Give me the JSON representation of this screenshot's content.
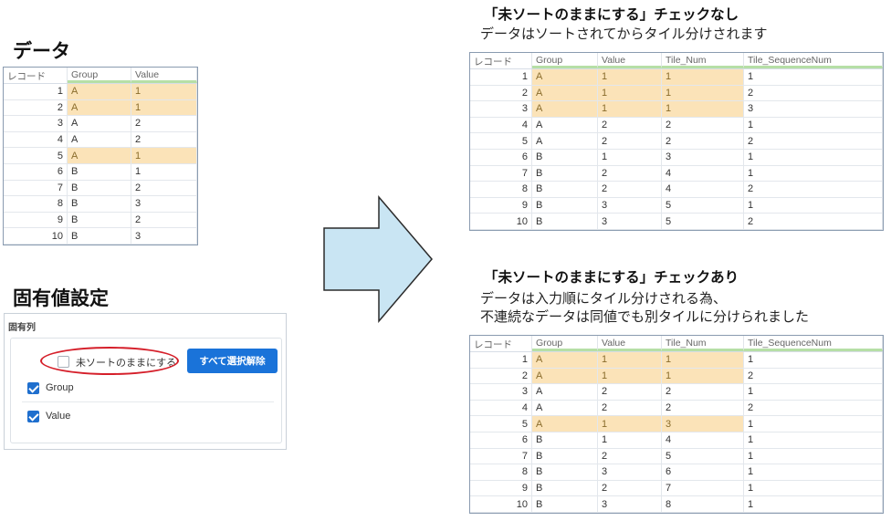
{
  "left": {
    "data_heading": "データ",
    "settings_heading": "固有値設定",
    "table": {
      "headers": [
        "レコード",
        "Group",
        "Value"
      ],
      "rows": [
        {
          "n": "1",
          "g": "A",
          "v": "1",
          "hl": true
        },
        {
          "n": "2",
          "g": "A",
          "v": "1",
          "hl": true
        },
        {
          "n": "3",
          "g": "A",
          "v": "2",
          "hl": false
        },
        {
          "n": "4",
          "g": "A",
          "v": "2",
          "hl": false
        },
        {
          "n": "5",
          "g": "A",
          "v": "1",
          "hl": true
        },
        {
          "n": "6",
          "g": "B",
          "v": "1",
          "hl": false
        },
        {
          "n": "7",
          "g": "B",
          "v": "2",
          "hl": false
        },
        {
          "n": "8",
          "g": "B",
          "v": "3",
          "hl": false
        },
        {
          "n": "9",
          "g": "B",
          "v": "2",
          "hl": false
        },
        {
          "n": "10",
          "g": "B",
          "v": "3",
          "hl": false
        }
      ]
    },
    "panel": {
      "title": "固有列",
      "unsorted_label": "未ソートのままにする",
      "unsorted_checked": false,
      "deselect_all_button": "すべて選択解除",
      "fields": [
        {
          "label": "Group",
          "checked": true
        },
        {
          "label": "Value",
          "checked": true
        }
      ]
    }
  },
  "right": {
    "top": {
      "title": "「未ソートのままにする」チェックなし",
      "note_lines": [
        "データはソートされてからタイル分けされます"
      ],
      "headers": [
        "レコード",
        "Group",
        "Value",
        "Tile_Num",
        "Tile_SequenceNum"
      ],
      "rows": [
        {
          "n": "1",
          "g": "A",
          "v": "1",
          "t": "1",
          "s": "1",
          "hl": true
        },
        {
          "n": "2",
          "g": "A",
          "v": "1",
          "t": "1",
          "s": "2",
          "hl": true
        },
        {
          "n": "3",
          "g": "A",
          "v": "1",
          "t": "1",
          "s": "3",
          "hl": true
        },
        {
          "n": "4",
          "g": "A",
          "v": "2",
          "t": "2",
          "s": "1",
          "hl": false
        },
        {
          "n": "5",
          "g": "A",
          "v": "2",
          "t": "2",
          "s": "2",
          "hl": false
        },
        {
          "n": "6",
          "g": "B",
          "v": "1",
          "t": "3",
          "s": "1",
          "hl": false
        },
        {
          "n": "7",
          "g": "B",
          "v": "2",
          "t": "4",
          "s": "1",
          "hl": false
        },
        {
          "n": "8",
          "g": "B",
          "v": "2",
          "t": "4",
          "s": "2",
          "hl": false
        },
        {
          "n": "9",
          "g": "B",
          "v": "3",
          "t": "5",
          "s": "1",
          "hl": false
        },
        {
          "n": "10",
          "g": "B",
          "v": "3",
          "t": "5",
          "s": "2",
          "hl": false
        }
      ]
    },
    "bottom": {
      "title": "「未ソートのままにする」チェックあり",
      "note_lines": [
        "データは入力順にタイル分けされる為、",
        "不連続なデータは同値でも別タイルに分けられました"
      ],
      "headers": [
        "レコード",
        "Group",
        "Value",
        "Tile_Num",
        "Tile_SequenceNum"
      ],
      "rows": [
        {
          "n": "1",
          "g": "A",
          "v": "1",
          "t": "1",
          "s": "1",
          "hl": true
        },
        {
          "n": "2",
          "g": "A",
          "v": "1",
          "t": "1",
          "s": "2",
          "hl": true
        },
        {
          "n": "3",
          "g": "A",
          "v": "2",
          "t": "2",
          "s": "1",
          "hl": false
        },
        {
          "n": "4",
          "g": "A",
          "v": "2",
          "t": "2",
          "s": "2",
          "hl": false
        },
        {
          "n": "5",
          "g": "A",
          "v": "1",
          "t": "3",
          "s": "1",
          "hl": true
        },
        {
          "n": "6",
          "g": "B",
          "v": "1",
          "t": "4",
          "s": "1",
          "hl": false
        },
        {
          "n": "7",
          "g": "B",
          "v": "2",
          "t": "5",
          "s": "1",
          "hl": false
        },
        {
          "n": "8",
          "g": "B",
          "v": "3",
          "t": "6",
          "s": "1",
          "hl": false
        },
        {
          "n": "9",
          "g": "B",
          "v": "2",
          "t": "7",
          "s": "1",
          "hl": false
        },
        {
          "n": "10",
          "g": "B",
          "v": "3",
          "t": "8",
          "s": "1",
          "hl": false
        }
      ]
    }
  },
  "colors": {
    "highlight": "#fbe3b8",
    "accent_underline": "#b6dfa6",
    "arrow_fill": "#c9e5f3",
    "button": "#1a73d9",
    "annotation_ellipse": "#d51f2a"
  }
}
